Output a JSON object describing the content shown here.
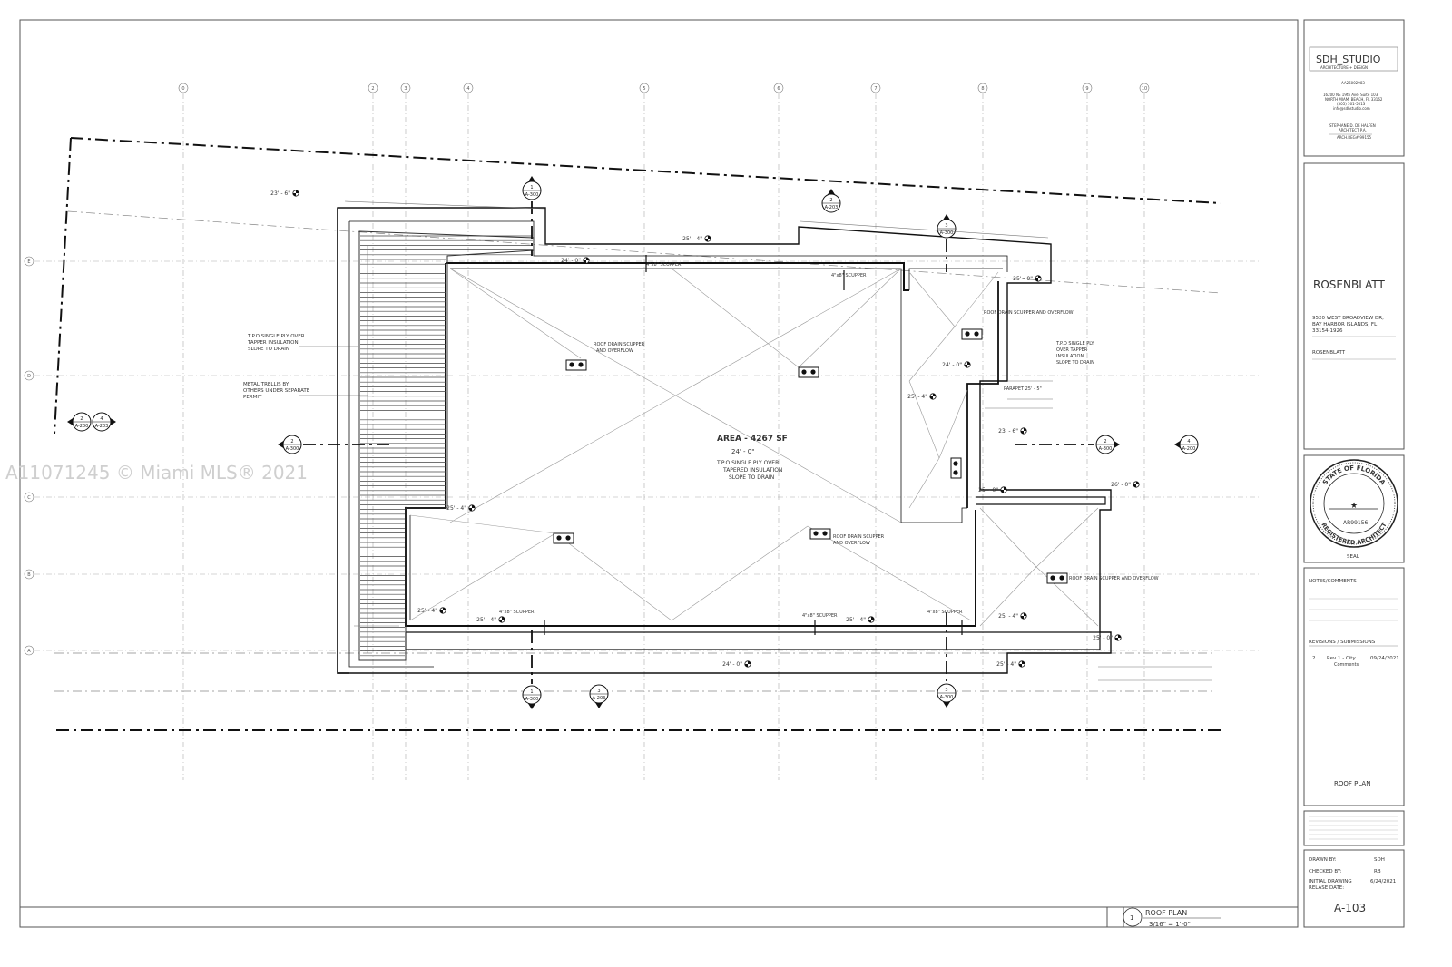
{
  "watermark": "A11071245 © Miami MLS® 2021",
  "title_block": {
    "firm_name": "SDH_STUDIO",
    "firm_tagline": "ARCHITECTURE + DESIGN",
    "firm_license": "AA26002983",
    "firm_address_1": "16200 NE 19th Ave, Suite 103",
    "firm_address_2": "NORTH MIAMI BEACH, FL 33162",
    "firm_phone": "(305) 501-5013",
    "firm_email": "info@sdhstudio.com",
    "architect_name": "STEPHANE D. DE HALFEN",
    "architect_title": "ARCHITECT P.A.",
    "architect_reg": "ARCH.REG# 99155",
    "project_name": "ROSENBLATT",
    "project_address_1": "9520 WEST BROADVIEW DR,",
    "project_address_2": "BAY HARBOR ISLANDS, FL",
    "project_address_3": "33154-1926",
    "client_name": "ROSENBLATT",
    "seal_top": "STATE OF FLORIDA",
    "seal_mid": "AR99156",
    "seal_bottom": "REGISTERED ARCHITECT",
    "seal_label": "SEAL",
    "notes_label": "NOTES/COMMENTS",
    "revisions_label": "REVISIONS / SUBMISSIONS",
    "revision_num": "2",
    "revision_text": "Rev 1 - City",
    "revision_date": "09/24/2021",
    "revision_text_2": "Comments",
    "sheet_title": "ROOF PLAN",
    "drawn_by_label": "DRAWN BY:",
    "drawn_by": "SDH",
    "checked_by_label": "CHECKED BY:",
    "checked_by": "RB",
    "release_label_1": "INITIAL DRAWING",
    "release_label_2": "RELASE DATE:",
    "release_date": "6/24/2021",
    "sheet_number": "A-103"
  },
  "drawing": {
    "title": "ROOF PLAN",
    "scale": "3/16\" = 1'-0\"",
    "number": "1",
    "area_label": "AREA - 4267 SF",
    "center_elev": "24' - 0\"",
    "center_note_1": "T.P.O SINGLE PLY OVER",
    "center_note_2": "TAPERED INSULATION",
    "center_note_3": "SLOPE TO DRAIN",
    "left_note_1": "T.P.O SINGLE PLY OVER",
    "left_note_2": "TAPPER INSULATION",
    "left_note_3": "SLOPE TO DRAIN",
    "trellis_1": "METAL TRELLIS BY",
    "trellis_2": "OTHERS UNDER SEPARATE",
    "trellis_3": "PERMIT",
    "right_note_1": "T.P.O SINGLE PLY",
    "right_note_2": "OVER TAPPER",
    "right_note_3": "INSULATION",
    "right_note_4": "SLOPE TO DRAIN",
    "drain_1": "ROOF DRAIN SCUPPER",
    "drain_2": "AND OVERFLOW",
    "drain_inline": "ROOF DRAIN SCUPPER AND OVERFLOW",
    "scupper": "4\"x8\" SCUPPER",
    "parapet": "PARAPET 25' - 5\"",
    "elevations": {
      "e1": "23' - 6\"",
      "e2": "25' - 4\"",
      "e3": "24' - 0\"",
      "e4": "25' - 0\"",
      "e5": "24' - 0\"",
      "e6": "25' - 4\"",
      "e7": "23' - 6\"",
      "e8": "25' - 0\"",
      "e9": "26' - 0\"",
      "e10": "25' - 4\"",
      "e11": "25' - 4\"",
      "e12": "25' - 4\"",
      "e13": "25' - 4\"",
      "e14": "25' - 4\"",
      "e15": "25' - 0\"",
      "e16": "24' - 0\"",
      "e17": "25' - 4\""
    },
    "grid_cols": [
      "0",
      "2",
      "3",
      "4",
      "5",
      "6",
      "7",
      "8",
      "9",
      "10"
    ],
    "grid_rows": [
      "E",
      "D",
      "C",
      "B",
      "A"
    ],
    "section_refs": {
      "s1_num": "1",
      "s1_sheet": "A-300",
      "s2_num": "2",
      "s2_sheet": "A-203",
      "s3_num": "3",
      "s3_sheet": "A-300",
      "s4_num": "1",
      "s4_sheet": "A-300",
      "s5_num": "3",
      "s5_sheet": "A-203",
      "s6_num": "3",
      "s6_sheet": "A-300",
      "l1_num": "2",
      "l1_sheet": "A-200",
      "l2_num": "4",
      "l2_sheet": "A-203",
      "l3_num": "2",
      "l3_sheet": "A-300",
      "r1_num": "2",
      "r1_sheet": "A-300",
      "r2_num": "4",
      "r2_sheet": "A-200"
    }
  }
}
